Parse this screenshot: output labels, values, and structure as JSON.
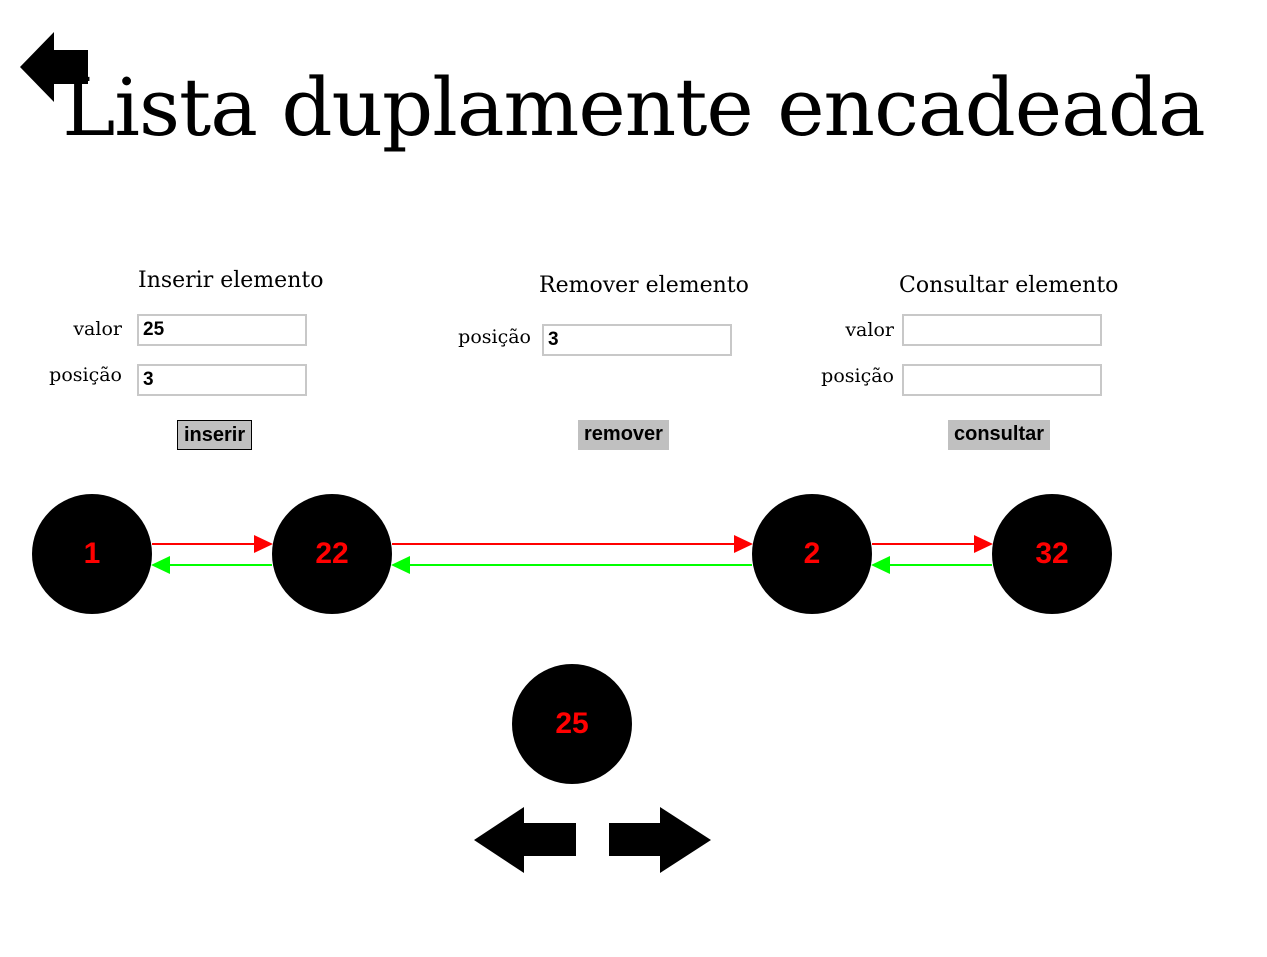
{
  "page": {
    "title": "Lista duplamente encadeada"
  },
  "nav": {
    "back_icon": "left-arrow-icon"
  },
  "insert_panel": {
    "heading": "Inserir elemento",
    "value_label": "valor",
    "value": "25",
    "position_label": "posição",
    "position": "3",
    "button_label": "inserir"
  },
  "remove_panel": {
    "heading": "Remover elemento",
    "position_label": "posição",
    "position": "3",
    "button_label": "remover"
  },
  "query_panel": {
    "heading": "Consultar elemento",
    "value_label": "valor",
    "value": "",
    "position_label": "posição",
    "position": "",
    "button_label": "consultar"
  },
  "list": {
    "nodes": [
      "1",
      "22",
      "2",
      "32"
    ],
    "next_pointer_color": "#ff0000",
    "prev_pointer_color": "#00ff00",
    "node_fill": "#000000",
    "node_text_color": "#ff0000"
  },
  "pending_node": {
    "value": "25"
  },
  "controls": {
    "prev_icon": "left-arrow-icon",
    "next_icon": "right-arrow-icon"
  }
}
